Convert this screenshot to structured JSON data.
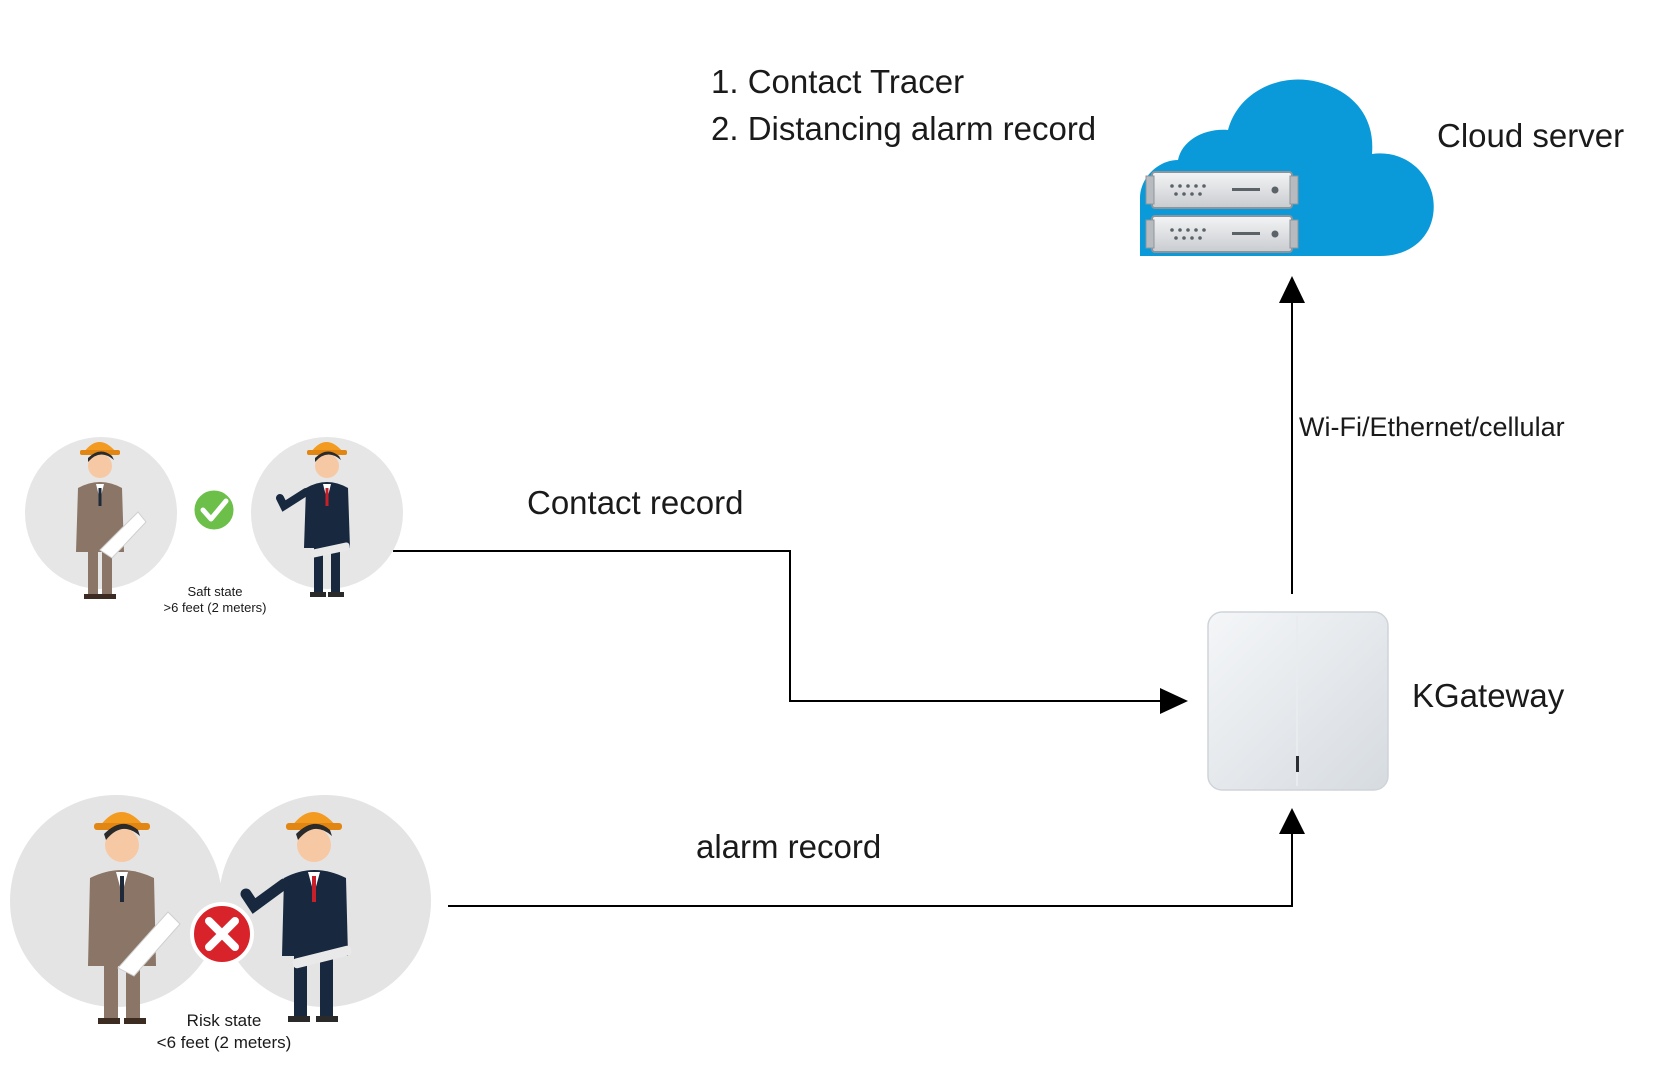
{
  "cloud_tasks": {
    "line1": "1. Contact Tracer",
    "line2": "2. Distancing alarm record"
  },
  "cloud": {
    "label": "Cloud server",
    "color": "#0a9ad9"
  },
  "link_label": "Wi-Fi/Ethernet/cellular",
  "gateway": {
    "label": "KGateway"
  },
  "flows": {
    "contact": "Contact record",
    "alarm": "alarm record"
  },
  "safe": {
    "title": "Saft state",
    "distance": ">6 feet (2 meters)",
    "status_icon": "check-icon",
    "color": "#6cc04a"
  },
  "risk": {
    "title": "Risk state",
    "distance": "<6 feet (2 meters)",
    "status_icon": "cross-icon",
    "color": "#d9232a"
  }
}
